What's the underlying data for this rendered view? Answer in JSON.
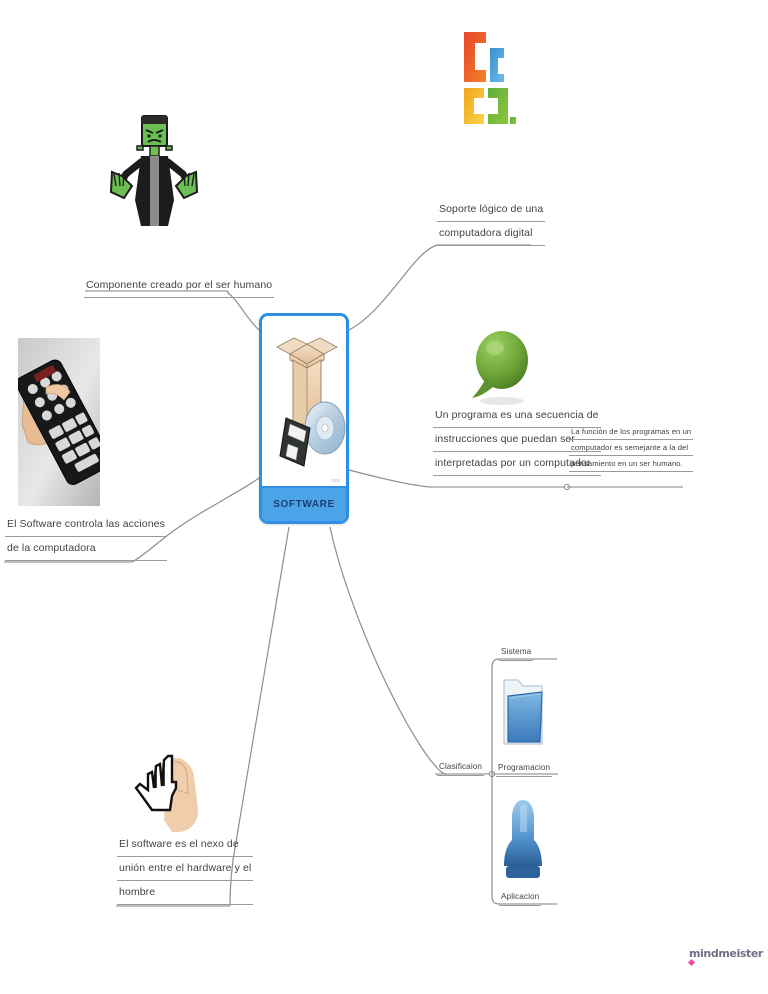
{
  "document": {
    "type": "mind-map",
    "title": "SOFTWARE",
    "tool": "MindMeister"
  },
  "central_node": {
    "label": "SOFTWARE",
    "image": "software-box-cd-floppy-illustration",
    "border_color": "#2e90e2",
    "bar_color": "#4ba3e8",
    "text_color": "#1d3f73"
  },
  "branches": [
    {
      "id": "componente",
      "lines": [
        "Componente creado por el ser humano"
      ],
      "image": "frankenstein-monster-illustration",
      "position": "upper-left"
    },
    {
      "id": "soporte-logico",
      "lines": [
        "Soporte lógico de una",
        "computadora digital"
      ],
      "image": "microsoft-office-logo",
      "position": "upper-right"
    },
    {
      "id": "programa-secuencia",
      "lines": [
        "Un programa es una secuencia de",
        "instrucciones que puedan ser",
        "interpretadas por un computador"
      ],
      "image": "green-speech-bubble",
      "position": "right"
    },
    {
      "id": "funcion-programas",
      "lines": [
        "La función de los programas en un",
        "computador es semejante a la del",
        "pensamiento en un ser humano."
      ],
      "position": "far-right",
      "parent": "programa-secuencia"
    },
    {
      "id": "controla-acciones",
      "lines": [
        "El Software controla las acciones",
        "de la computadora"
      ],
      "image": "hand-holding-remote-photo",
      "position": "left"
    },
    {
      "id": "nexo-union",
      "lines": [
        "El software es el nexo de",
        "unión entre el hardware y el",
        "hombre"
      ],
      "image": "pointing-hand-cursor",
      "position": "lower-left"
    },
    {
      "id": "clasificacion",
      "lines": [
        "Clasificaion"
      ],
      "position": "lower-right",
      "children": [
        {
          "id": "sistema",
          "label": "Sistema"
        },
        {
          "id": "programacion",
          "label": "Programacion",
          "image": "blue-folder-icon"
        },
        {
          "id": "aplicacion",
          "label": "Aplicacion",
          "image": "blue-figure-icon"
        }
      ]
    }
  ],
  "footer": {
    "logo_text": "mindmeister"
  },
  "colors": {
    "wire": "#8d8d8d",
    "underline": "#9a9a9a",
    "node_border": "#2e90e2",
    "node_bar": "#4ba3e8",
    "brand_pink": "#ef4ba0"
  }
}
